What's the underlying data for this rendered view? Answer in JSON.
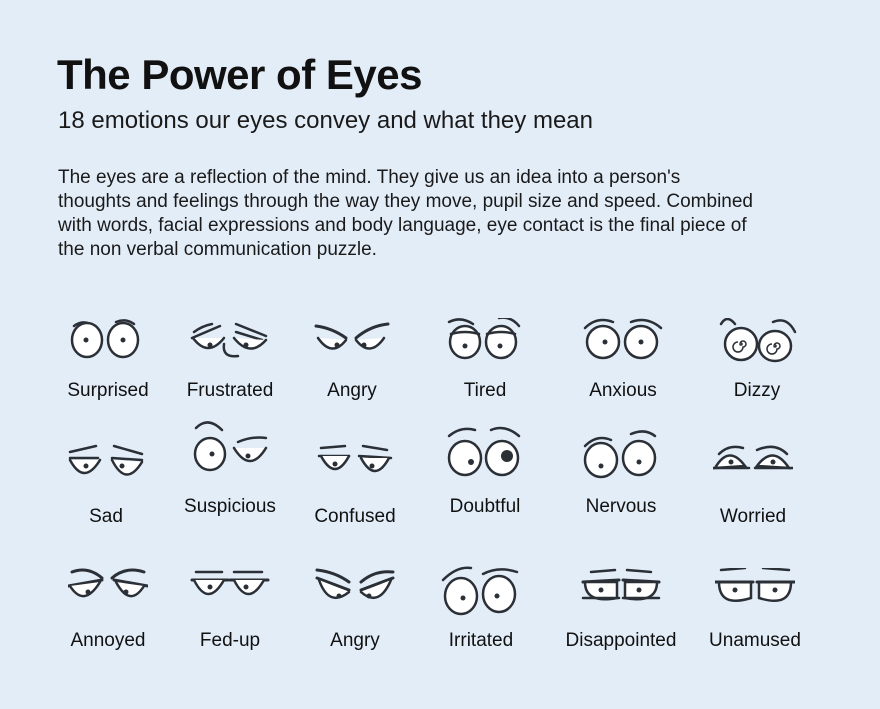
{
  "header": {
    "title": "The Power of Eyes",
    "subtitle": "18 emotions our eyes convey and what they mean",
    "intro": "The eyes are a reflection of the mind. They give us an idea into a person's thoughts and feelings through the way they move, pupil size and speed. Combined with words, facial expressions and body language, eye contact is the final piece of the non verbal communication puzzle."
  },
  "emotions": [
    {
      "label": "Surprised"
    },
    {
      "label": "Frustrated"
    },
    {
      "label": "Angry"
    },
    {
      "label": "Tired"
    },
    {
      "label": "Anxious"
    },
    {
      "label": "Dizzy"
    },
    {
      "label": "Sad"
    },
    {
      "label": "Suspicious"
    },
    {
      "label": "Confused"
    },
    {
      "label": "Doubtful"
    },
    {
      "label": "Nervous"
    },
    {
      "label": "Worried"
    },
    {
      "label": "Annoyed"
    },
    {
      "label": "Fed-up"
    },
    {
      "label": "Angry"
    },
    {
      "label": "Irritated"
    },
    {
      "label": "Disappointed"
    },
    {
      "label": "Unamused"
    }
  ],
  "colors": {
    "background": "#e3edf8",
    "ink": "#2b2f36",
    "text": "#111111"
  }
}
